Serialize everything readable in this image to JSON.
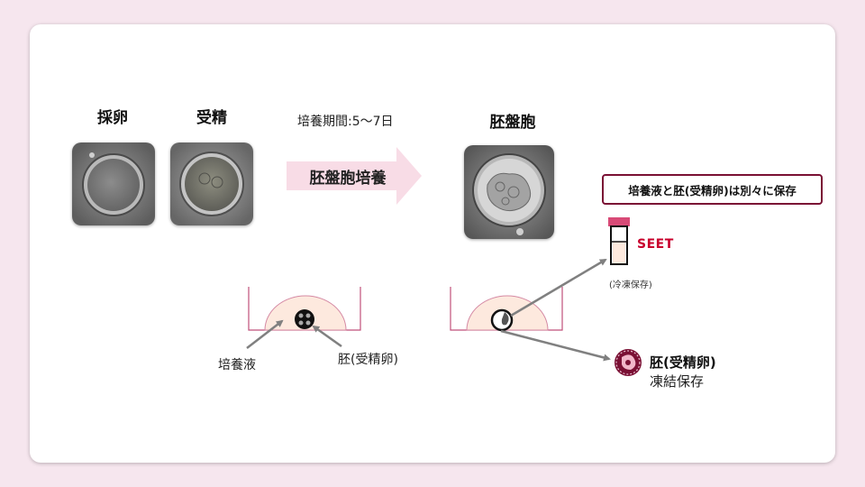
{
  "stages": {
    "egg_retrieval": "採卵",
    "fertilization": "受精",
    "blastocyst": "胚盤胞"
  },
  "culture": {
    "period": "培養期間:5〜7日",
    "arrow_label": "胚盤胞培養"
  },
  "storage": {
    "note": "培養液と胚(受精卵)は別々に保存",
    "seet_label": "SEET",
    "frozen_note": "(冷凍保存)",
    "embryo_frozen_line1": "胚(受精卵)",
    "embryo_frozen_line2": "凍結保存"
  },
  "dish": {
    "medium_label": "培養液",
    "embryo_label": "胚(受精卵)"
  },
  "colors": {
    "background": "#f6e6ee",
    "arrow_fill": "#f8dce6",
    "accent": "#c8002c",
    "box_border": "#7a1034",
    "medium_fill": "#fde9de",
    "dish_line": "#c0507a",
    "pointer": "#808080"
  },
  "icons": [
    "embryo-cell-icon",
    "test-tube-icon",
    "frozen-embryo-icon"
  ]
}
